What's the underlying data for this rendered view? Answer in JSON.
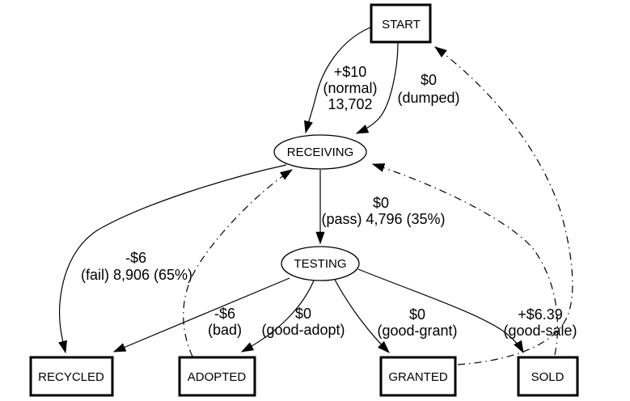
{
  "diagram": {
    "type": "state-transition-graph",
    "background_color": "#ffffff",
    "stroke_color": "#000000",
    "nodes": {
      "start": "START",
      "receiving": "RECEIVING",
      "testing": "TESTING",
      "recycled": "RECYCLED",
      "adopted": "ADOPTED",
      "granted": "GRANTED",
      "sold": "SOLD"
    },
    "edges": [
      {
        "from": "START",
        "to": "RECEIVING",
        "action": "normal",
        "reward": "+$10",
        "count": "13,702",
        "style": "solid"
      },
      {
        "from": "START",
        "to": "RECEIVING",
        "action": "dumped",
        "reward": "$0",
        "style": "solid"
      },
      {
        "from": "RECEIVING",
        "to": "TESTING",
        "action": "pass",
        "reward": "$0",
        "count": "4,796 (35%)",
        "style": "solid"
      },
      {
        "from": "RECEIVING",
        "to": "RECYCLED",
        "action": "fail",
        "reward": "-$6",
        "count": "8,906 (65%)",
        "style": "solid"
      },
      {
        "from": "TESTING",
        "to": "RECYCLED",
        "action": "bad",
        "reward": "-$6",
        "style": "solid"
      },
      {
        "from": "TESTING",
        "to": "ADOPTED",
        "action": "good-adopt",
        "reward": "$0",
        "style": "solid"
      },
      {
        "from": "TESTING",
        "to": "GRANTED",
        "action": "good-grant",
        "reward": "$0",
        "style": "solid"
      },
      {
        "from": "TESTING",
        "to": "SOLD",
        "action": "good-sale",
        "reward": "+$6.39",
        "style": "solid"
      },
      {
        "from": "ADOPTED",
        "to": "RECEIVING",
        "style": "dash-dot"
      },
      {
        "from": "GRANTED",
        "to": "START",
        "style": "dash-dot"
      },
      {
        "from": "SOLD",
        "to": "RECEIVING",
        "style": "dash-dot"
      }
    ],
    "labels": {
      "normal": {
        "line1": "+$10",
        "line2": "(normal)",
        "line3": "13,702"
      },
      "dumped": {
        "line1": "$0",
        "line2": "(dumped)"
      },
      "pass": {
        "line1": "$0",
        "line2": "(pass) 4,796 (35%)"
      },
      "fail": {
        "line1": "-$6",
        "line2": "(fail) 8,906 (65%)"
      },
      "bad": {
        "line1": "-$6",
        "line2": "(bad)"
      },
      "good_adopt": {
        "line1": "$0",
        "line2": "(good-adopt)"
      },
      "good_grant": {
        "line1": "$0",
        "line2": "(good-grant)"
      },
      "good_sale": {
        "line1": "+$6.39",
        "line2": "(good-sale)"
      }
    }
  }
}
